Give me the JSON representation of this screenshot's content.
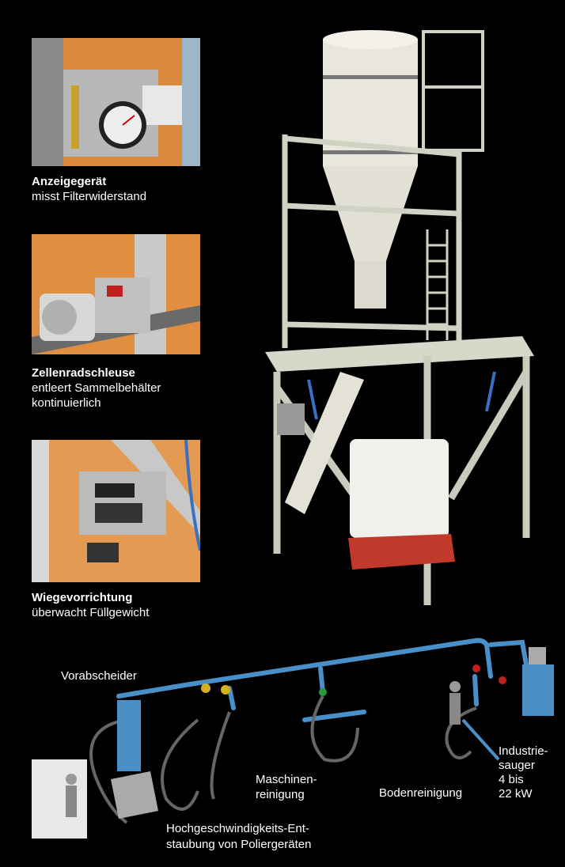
{
  "items": [
    {
      "title": "Anzeigegerät",
      "desc": "misst Filterwiderstand"
    },
    {
      "title": "Zellenradschleuse",
      "desc": "entleert Sammelbehälter kontinuierlich"
    },
    {
      "title": "Wiegevorrichtung",
      "desc": "überwacht Füllgewicht"
    }
  ],
  "diagram": {
    "vorabscheider": "Vorabscheider",
    "maschinen_1": "Maschinen-",
    "maschinen_2": "reinigung",
    "boden": "Bodenreinigung",
    "industrie_1": "Industrie-",
    "industrie_2": "sauger",
    "industrie_3": "4 bis",
    "industrie_4": "22 kW",
    "hochgesch_1": "Hochgeschwindigkeits-Ent-",
    "hochgesch_2": "staubung von Poliergeräten"
  },
  "colors": {
    "background": "#000000",
    "orange_bg": "#e89a4a",
    "pipe_blue": "#4a90c8"
  }
}
